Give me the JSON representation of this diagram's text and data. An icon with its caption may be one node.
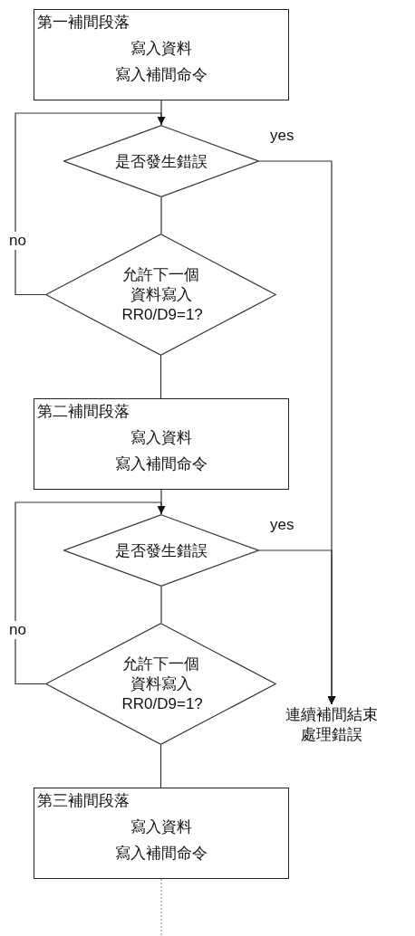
{
  "diagram": {
    "nodes": [
      {
        "text": [
          "第一補間段落",
          "寫入資料",
          "寫入補間命令"
        ]
      },
      {
        "text": [
          "是否發生錯誤"
        ]
      },
      {
        "text": [
          "允許下一個資料寫入RR0/D9=1?"
        ]
      },
      {
        "text": [
          "第二補間段落",
          "寫入資料",
          "寫入補間命令"
        ]
      },
      {
        "text": [
          "是否發生錯誤"
        ]
      },
      {
        "text": [
          "允許下一個資料寫入RR0/D9=1?"
        ]
      },
      {
        "text": [
          "第三補間段落",
          "寫入資料",
          "寫入補間命令"
        ]
      },
      {
        "text": [
          "連續補間結束處理錯誤"
        ]
      }
    ],
    "edges": [
      {
        "from": 0,
        "to": 1,
        "arrow": "none"
      },
      {
        "from": 1,
        "to": 2,
        "arrow": "none"
      },
      {
        "from": 2,
        "to": 1,
        "arrow": "to",
        "label": "no"
      },
      {
        "from": 1,
        "to": 7,
        "arrow": "to",
        "label": "yes"
      },
      {
        "from": 2,
        "to": 3,
        "arrow": "none"
      },
      {
        "from": 3,
        "to": 4,
        "arrow": "none"
      },
      {
        "from": 4,
        "to": 5,
        "arrow": "none"
      },
      {
        "from": 5,
        "to": 4,
        "arrow": "to",
        "label": "no"
      },
      {
        "from": 4,
        "to": 7,
        "arrow": "to",
        "label": "yes"
      },
      {
        "from": 5,
        "to": 6,
        "arrow": "none"
      },
      {
        "from": 6,
        "to": null,
        "arrow": "none",
        "style": "dashed",
        "color": "#999999"
      }
    ]
  }
}
